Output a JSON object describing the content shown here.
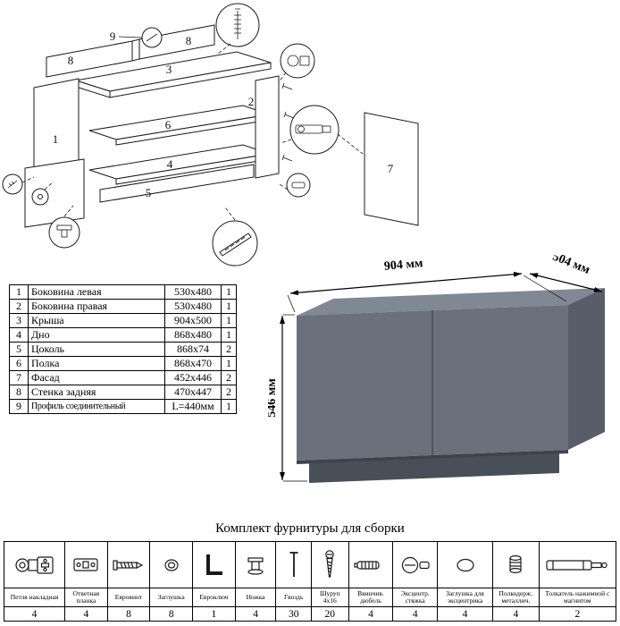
{
  "diagram": {
    "labels": {
      "p1": "1",
      "p2": "2",
      "p3": "3",
      "p4": "4",
      "p5": "5",
      "p6": "6",
      "p7": "7",
      "p8a": "8",
      "p8b": "8",
      "p9": "9"
    }
  },
  "parts_table": {
    "rows": [
      {
        "num": "1",
        "name": "Боковина левая",
        "size": "530x480",
        "qty": "1"
      },
      {
        "num": "2",
        "name": "Боковина правая",
        "size": "530x480",
        "qty": "1"
      },
      {
        "num": "3",
        "name": "Крыша",
        "size": "904x500",
        "qty": "1"
      },
      {
        "num": "4",
        "name": "Дно",
        "size": "868x480",
        "qty": "1"
      },
      {
        "num": "5",
        "name": "Цоколь",
        "size": "868x74",
        "qty": "2"
      },
      {
        "num": "6",
        "name": "Полка",
        "size": "868x470",
        "qty": "1"
      },
      {
        "num": "7",
        "name": "Фасад",
        "size": "452x446",
        "qty": "2"
      },
      {
        "num": "8",
        "name": "Стенка задняя",
        "size": "470x447",
        "qty": "2"
      },
      {
        "num": "9",
        "name": "Профиль соединительный",
        "size": "L=440мм",
        "qty": "1"
      }
    ]
  },
  "cabinet": {
    "width_label": "904 мм",
    "depth_label": "504 мм",
    "height_label": "546 мм"
  },
  "colors": {
    "cabinet_top": "#808893",
    "cabinet_front": "#6a717c",
    "cabinet_side": "#575e69",
    "cabinet_plinth": "#494f59"
  },
  "hardware": {
    "title": "Комплект фурнитуры для сборки",
    "items": [
      {
        "name": "Петля накладная",
        "qty": "4"
      },
      {
        "name": "Ответная планка",
        "qty": "4"
      },
      {
        "name": "Евровинт",
        "qty": "8"
      },
      {
        "name": "Заглушка",
        "qty": "8"
      },
      {
        "name": "Евроключ",
        "qty": "1"
      },
      {
        "name": "Ножка",
        "qty": "4"
      },
      {
        "name": "Гвоздь",
        "qty": "30"
      },
      {
        "name": "Шуруп 4x16",
        "qty": "20"
      },
      {
        "name": "Ввинчив. дюбель",
        "qty": "4"
      },
      {
        "name": "Эксцентр. стяжка",
        "qty": "4"
      },
      {
        "name": "Заглушка для эксцентрика",
        "qty": "4"
      },
      {
        "name": "Полкодерж. металлич.",
        "qty": "4"
      },
      {
        "name": "Толкатель нажимной с магнитом",
        "qty": "2"
      }
    ]
  }
}
